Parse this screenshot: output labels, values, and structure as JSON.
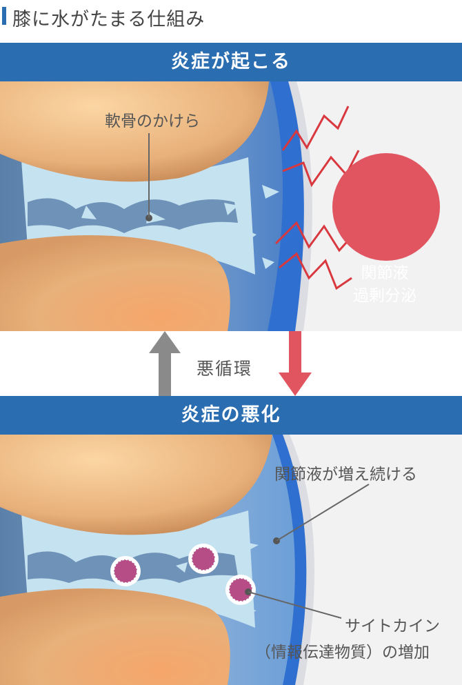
{
  "title": "膝に水がたまる仕組み",
  "top_band": "炎症が起こる",
  "bottom_band": "炎症の悪化",
  "cycle_label": "悪循環",
  "top_panel": {
    "cartilage_label": "軟骨のかけら",
    "secretion_line1": "関節液",
    "secretion_line2": "過剰分泌"
  },
  "bottom_panel": {
    "fluid_label": "関節液が増え続ける",
    "cytokine_line1": "サイトカイン",
    "cytokine_line2": "（情報伝達物質）の増加"
  },
  "colors": {
    "band": "#2a6db1",
    "synovial_blue": "#2f6fcf",
    "circle_red": "#e05560",
    "zigzag_red": "#d8383e",
    "up_arrow": "#8a8a8a",
    "down_arrow": "#e05560",
    "cytokine": "#b64d86"
  }
}
